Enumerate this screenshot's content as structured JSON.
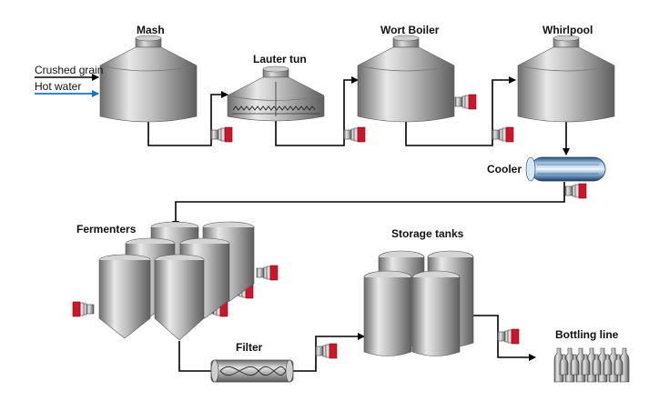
{
  "labels": {
    "mash": "Mash",
    "lauter_tun": "Lauter tun",
    "wort_boiler": "Wort Boiler",
    "whirlpool": "Whirlpool",
    "cooler": "Cooler",
    "fermenters": "Fermenters",
    "storage_tanks": "Storage tanks",
    "filter": "Filter",
    "bottling_line": "Bottling line"
  },
  "inputs": {
    "crushed_grain": "Crushed grain",
    "hot_water": "Hot water"
  },
  "colors": {
    "pipe": "#000000",
    "hot_water_arrow": "#1a73c9",
    "pump_red": "#d0152a",
    "tank_gray": "#9a9a9a"
  }
}
